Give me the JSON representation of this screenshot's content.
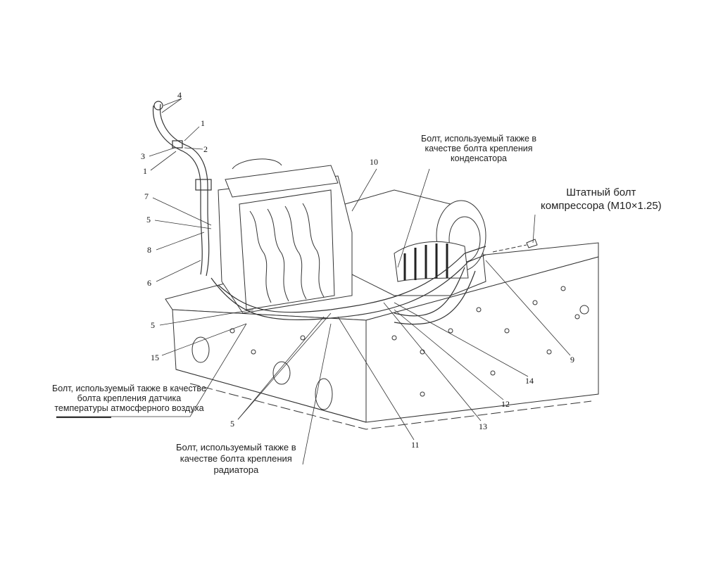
{
  "notes": {
    "condenser_bolt": [
      "Болт, используемый также в",
      "качестве болта крепления",
      "конденсатора"
    ],
    "compressor_bolt": [
      "Штатный болт",
      "компрессора (M10×1.25)"
    ],
    "sensor_bolt": [
      "Болт, используемый также в качестве",
      "болта крепления датчика",
      "температуры атмосферного воздуха"
    ],
    "radiator_bolt": [
      "Болт, используемый также в",
      "качестве болта крепления",
      "радиатора"
    ]
  },
  "callouts": [
    "4",
    "1",
    "2",
    "3",
    "1",
    "7",
    "5",
    "8",
    "6",
    "10",
    "9",
    "5",
    "15",
    "14",
    "12",
    "13",
    "11",
    "5"
  ]
}
